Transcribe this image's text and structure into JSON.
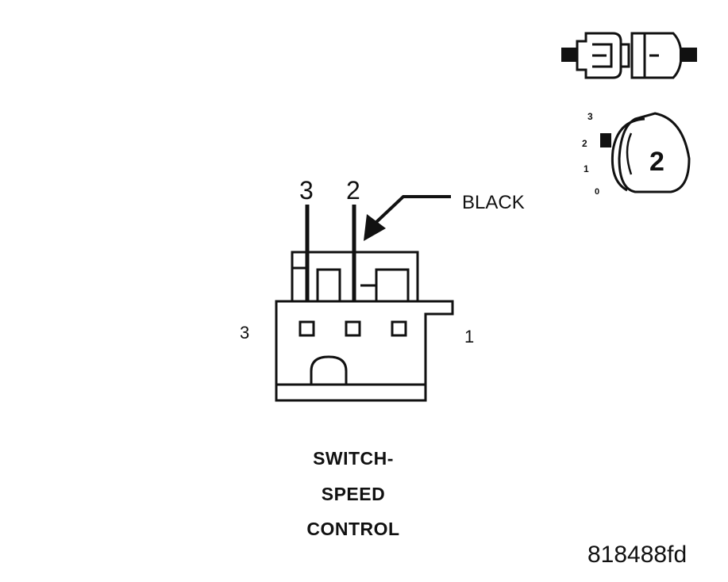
{
  "connector": {
    "pin_label_top_left": "3",
    "pin_label_top_right": "2",
    "wire_color_label": "BLACK",
    "side_label_left": "3",
    "side_label_right": "1"
  },
  "caption": {
    "line1": "SWITCH-",
    "line2": "SPEED",
    "line3": "CONTROL"
  },
  "switch_icon": {
    "position_3": "3",
    "position_2": "2",
    "position_1": "1",
    "position_0": "0",
    "selected_position": "2"
  },
  "figure_ref": "818488fd"
}
